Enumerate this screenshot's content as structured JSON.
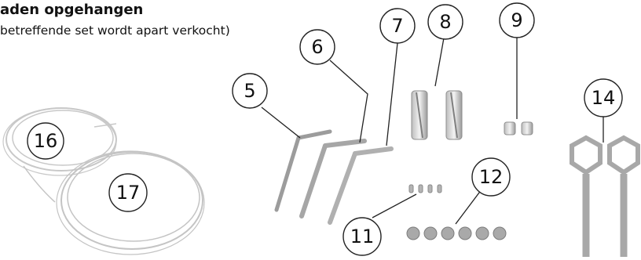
{
  "header": {
    "title": "aden opgehangen",
    "subtitle": "betreffende set wordt apart verkocht)"
  },
  "callouts": [
    "5",
    "6",
    "7",
    "8",
    "9",
    "11",
    "12",
    "14",
    "16",
    "17"
  ]
}
